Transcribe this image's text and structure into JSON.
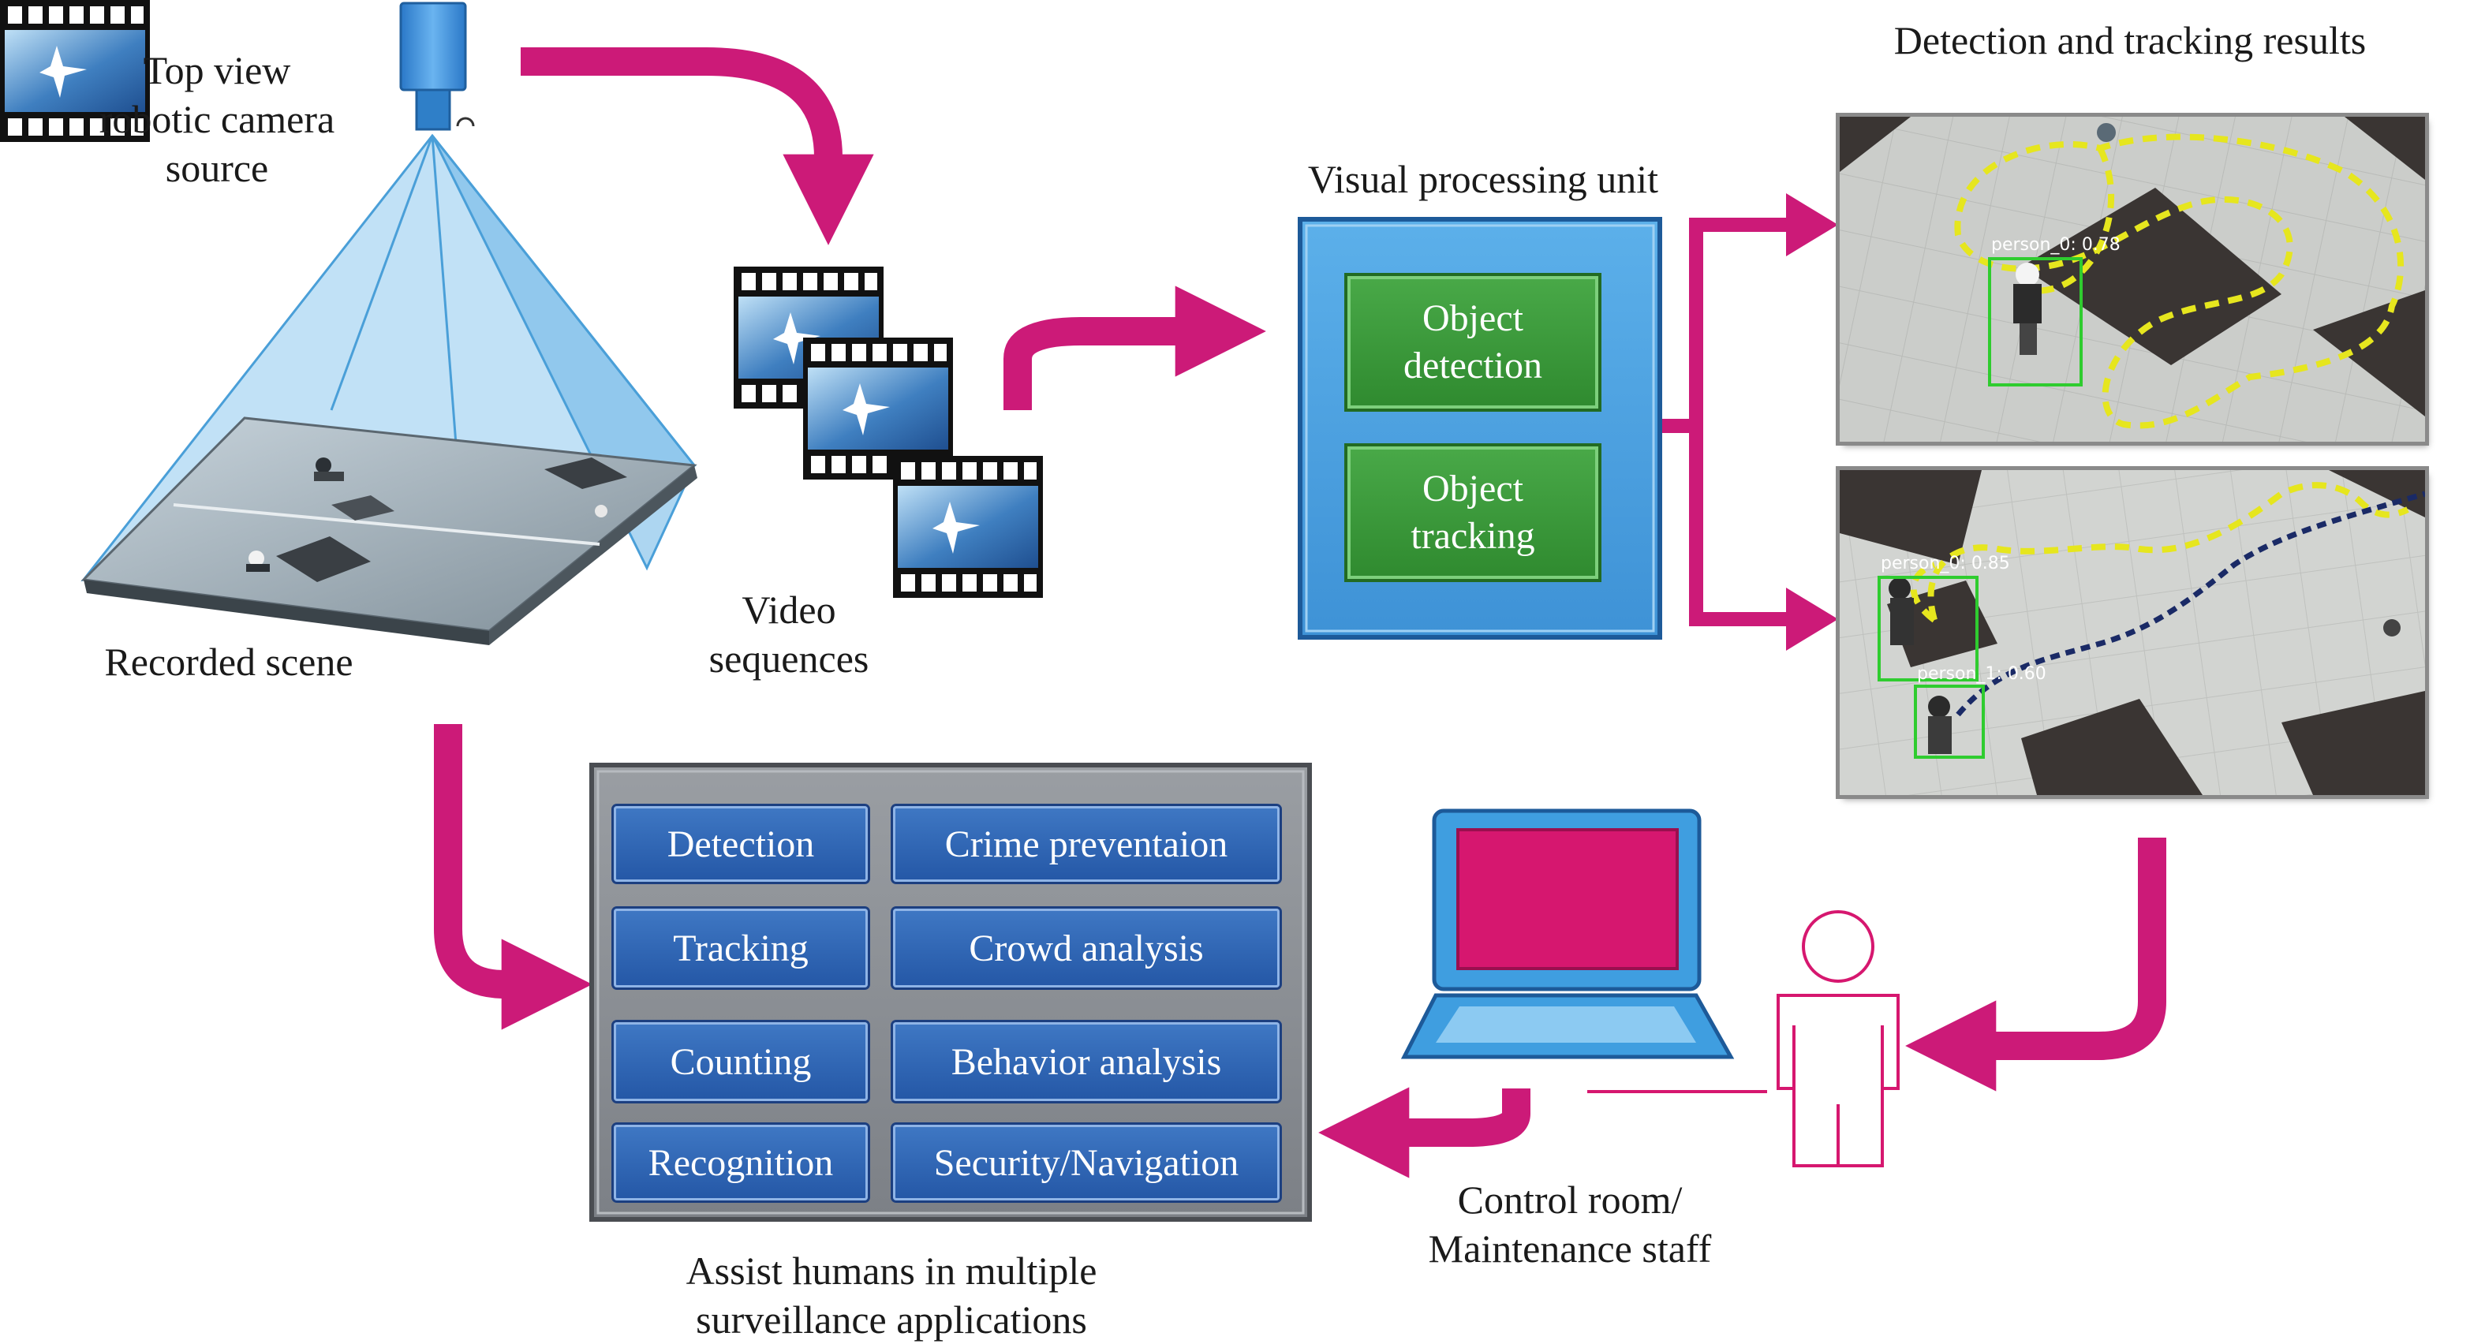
{
  "labels": {
    "camera": [
      "Top view",
      "robotic camera",
      "source"
    ],
    "recorded_scene": "Recorded scene",
    "video": [
      "Video",
      "sequences"
    ],
    "vpu_title": "Visual processing unit",
    "detection_results_title": "Detection and tracking results",
    "assist": [
      "Assist humans in multiple",
      "surveillance applications"
    ],
    "control": [
      "Control room/",
      "Maintenance staff"
    ]
  },
  "vpu_boxes": [
    {
      "lines": [
        "Object",
        "detection"
      ]
    },
    {
      "lines": [
        "Object",
        "tracking"
      ]
    }
  ],
  "applications": [
    "Detection",
    "Crime preventaion",
    "Tracking",
    "Crowd analysis",
    "Counting",
    "Behavior analysis",
    "Recognition",
    "Security/Navigation"
  ],
  "detections": [
    {
      "label": "person_0: 0.78"
    },
    {
      "label": "person_0: 0.85"
    },
    {
      "label": "person_1: 0.60"
    }
  ],
  "icons": {
    "camera": "robotic-camera-icon",
    "film": "film-strip-icon",
    "monitor": "computer-monitor-icon",
    "person": "person-outline-icon"
  },
  "colors": {
    "arrow": "#cc1a78",
    "vpu_fill": "#4fa3e0",
    "vpu_box": "#3f9a3f",
    "app_button": "#2e62b0",
    "app_panel": "#8c8f94",
    "monitor_screen": "#d6176f",
    "track_yellow": "#e6e61e",
    "track_navy": "#1a2a66",
    "bbox_green": "#2fcc2f"
  }
}
